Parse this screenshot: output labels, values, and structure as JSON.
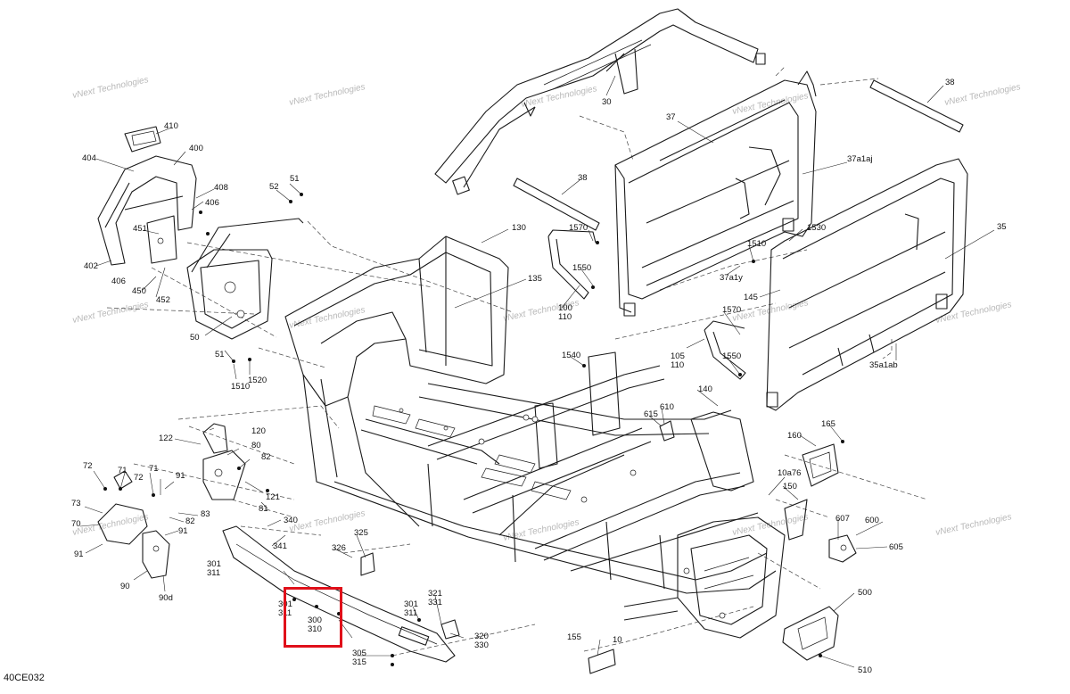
{
  "diagram_code": "40CE032",
  "watermark_text": "vNext Technologies",
  "highlight_color": "#e0101a",
  "callouts": [
    {
      "id": "c10",
      "label": "10"
    },
    {
      "id": "c30",
      "label": "30"
    },
    {
      "id": "c35",
      "label": "35"
    },
    {
      "id": "c35a1ab",
      "label": "35a1ab"
    },
    {
      "id": "c37",
      "label": "37"
    },
    {
      "id": "c37a1aj",
      "label": "37a1aj"
    },
    {
      "id": "c37a1y",
      "label": "37a1y"
    },
    {
      "id": "c38a",
      "label": "38"
    },
    {
      "id": "c38b",
      "label": "38"
    },
    {
      "id": "c50",
      "label": "50"
    },
    {
      "id": "c51a",
      "label": "51"
    },
    {
      "id": "c51b",
      "label": "51"
    },
    {
      "id": "c52",
      "label": "52"
    },
    {
      "id": "c70",
      "label": "70"
    },
    {
      "id": "c71a",
      "label": "71"
    },
    {
      "id": "c71b",
      "label": "71"
    },
    {
      "id": "c72a",
      "label": "72"
    },
    {
      "id": "c72b",
      "label": "72"
    },
    {
      "id": "c73",
      "label": "73"
    },
    {
      "id": "c80",
      "label": "80"
    },
    {
      "id": "c81",
      "label": "81"
    },
    {
      "id": "c82a",
      "label": "82"
    },
    {
      "id": "c82b",
      "label": "82"
    },
    {
      "id": "c83",
      "label": "83"
    },
    {
      "id": "c90",
      "label": "90"
    },
    {
      "id": "c90d",
      "label": "90d"
    },
    {
      "id": "c91a",
      "label": "91"
    },
    {
      "id": "c91b",
      "label": "91"
    },
    {
      "id": "c91c",
      "label": "91"
    },
    {
      "id": "c100",
      "label": "100"
    },
    {
      "id": "c110a",
      "label": "110"
    },
    {
      "id": "c105",
      "label": "105"
    },
    {
      "id": "c110b",
      "label": "110"
    },
    {
      "id": "c120",
      "label": "120"
    },
    {
      "id": "c121",
      "label": "121"
    },
    {
      "id": "c122",
      "label": "122"
    },
    {
      "id": "c130",
      "label": "130"
    },
    {
      "id": "c135",
      "label": "135"
    },
    {
      "id": "c140",
      "label": "140"
    },
    {
      "id": "c145",
      "label": "145"
    },
    {
      "id": "c150",
      "label": "150"
    },
    {
      "id": "c155",
      "label": "155"
    },
    {
      "id": "c160",
      "label": "160"
    },
    {
      "id": "c165",
      "label": "165"
    },
    {
      "id": "c10a76",
      "label": "10a76"
    },
    {
      "id": "c300",
      "label": "300"
    },
    {
      "id": "c310",
      "label": "310"
    },
    {
      "id": "c301a",
      "label": "301"
    },
    {
      "id": "c311a",
      "label": "311"
    },
    {
      "id": "c301b",
      "label": "301"
    },
    {
      "id": "c311b",
      "label": "311"
    },
    {
      "id": "c301c",
      "label": "301"
    },
    {
      "id": "c311c",
      "label": "311"
    },
    {
      "id": "c305",
      "label": "305"
    },
    {
      "id": "c315",
      "label": "315"
    },
    {
      "id": "c320",
      "label": "320"
    },
    {
      "id": "c321",
      "label": "321"
    },
    {
      "id": "c325",
      "label": "325"
    },
    {
      "id": "c326",
      "label": "326"
    },
    {
      "id": "c330",
      "label": "330"
    },
    {
      "id": "c331",
      "label": "331"
    },
    {
      "id": "c340",
      "label": "340"
    },
    {
      "id": "c341",
      "label": "341"
    },
    {
      "id": "c400",
      "label": "400"
    },
    {
      "id": "c402",
      "label": "402"
    },
    {
      "id": "c404",
      "label": "404"
    },
    {
      "id": "c406a",
      "label": "406"
    },
    {
      "id": "c406b",
      "label": "406"
    },
    {
      "id": "c408",
      "label": "408"
    },
    {
      "id": "c410",
      "label": "410"
    },
    {
      "id": "c450",
      "label": "450"
    },
    {
      "id": "c451",
      "label": "451"
    },
    {
      "id": "c452",
      "label": "452"
    },
    {
      "id": "c500",
      "label": "500"
    },
    {
      "id": "c510",
      "label": "510"
    },
    {
      "id": "c600",
      "label": "600"
    },
    {
      "id": "c605",
      "label": "605"
    },
    {
      "id": "c607",
      "label": "607"
    },
    {
      "id": "c610",
      "label": "610"
    },
    {
      "id": "c615",
      "label": "615"
    },
    {
      "id": "c1510a",
      "label": "1510"
    },
    {
      "id": "c1510b",
      "label": "1510"
    },
    {
      "id": "c1520",
      "label": "1520"
    },
    {
      "id": "c1530",
      "label": "1530"
    },
    {
      "id": "c1540",
      "label": "1540"
    },
    {
      "id": "c1550a",
      "label": "1550"
    },
    {
      "id": "c1550b",
      "label": "1550"
    },
    {
      "id": "c1570a",
      "label": "1570"
    },
    {
      "id": "c1570b",
      "label": "1570"
    }
  ]
}
